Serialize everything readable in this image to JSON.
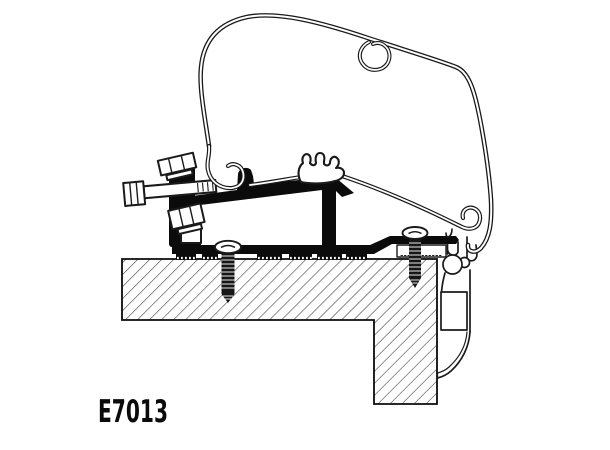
{
  "diagram": {
    "label": "E7013",
    "type": "technical-cross-section-awning-roof-adapter",
    "colors": {
      "background": "#ffffff",
      "line": "#1a1a1a",
      "solid": "#0b0b0b"
    },
    "parts": [
      "awning-case-profile",
      "adapter-bracket",
      "clamp-hex-bolts",
      "roof-mounting-screws",
      "vehicle-roof-cross-section",
      "vehicle-wall-profile"
    ]
  }
}
